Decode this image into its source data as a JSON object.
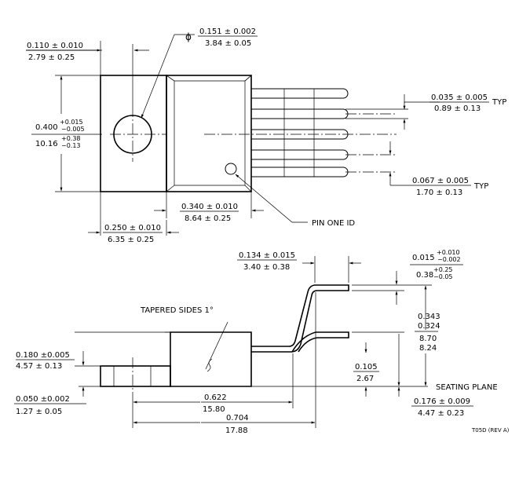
{
  "top_view": {
    "dim_tab_to_hole": {
      "inch": "0.110 ± 0.010",
      "mm": "2.79 ± 0.25"
    },
    "dim_hole_dia": {
      "symbol": "ϕ",
      "inch": "0.151 ± 0.002",
      "mm": "3.84 ± 0.05"
    },
    "dim_height": {
      "inch_base": "0.400",
      "inch_plus": "+0.015",
      "inch_minus": "−0.005",
      "mm_base": "10.16",
      "mm_plus": "+0.38",
      "mm_minus": "−0.13"
    },
    "dim_lead_width": {
      "inch": "0.035 ± 0.005",
      "mm": "0.89 ± 0.13",
      "note": "TYP"
    },
    "dim_lead_pitch": {
      "inch": "0.067 ± 0.005",
      "mm": "1.70 ± 0.13",
      "note": "TYP"
    },
    "dim_body_width": {
      "inch": "0.340 ± 0.010",
      "mm": "8.64 ± 0.25"
    },
    "dim_tab_width": {
      "inch": "0.250 ± 0.010",
      "mm": "6.35 ± 0.25"
    },
    "pin_one_label": "PIN ONE ID"
  },
  "side_view": {
    "dim_lead_offset": {
      "inch": "0.134 ± 0.015",
      "mm": "3.40 ± 0.38"
    },
    "dim_lead_thickness": {
      "inch_base": "0.015",
      "inch_plus": "+0.010",
      "inch_minus": "−0.002",
      "mm_base": "0.38",
      "mm_plus": "+0.25",
      "mm_minus": "−0.05"
    },
    "tapered_label": "TAPERED SIDES 1°",
    "dim_overall_height": {
      "inch_a": "0.343",
      "inch_b": "0.324",
      "mm_a": "8.70",
      "mm_b": "8.24"
    },
    "dim_body_height": {
      "inch": "0.180 ±0.005",
      "mm": "4.57 ± 0.13"
    },
    "dim_lead_bend": {
      "inch": "0.105",
      "mm": "2.67"
    },
    "seating_plane_label": "SEATING PLANE",
    "dim_tab_thickness": {
      "inch": "0.050 ±0.002",
      "mm": "1.27 ± 0.05"
    },
    "dim_body_to_bend": {
      "inch": "0.622",
      "mm": "15.80"
    },
    "dim_seat_height": {
      "inch": "0.176 ± 0.009",
      "mm": "4.47 ± 0.23"
    },
    "dim_overall_length": {
      "inch": "0.704",
      "mm": "17.88"
    }
  },
  "drawing_id": "T05D (REV A)"
}
